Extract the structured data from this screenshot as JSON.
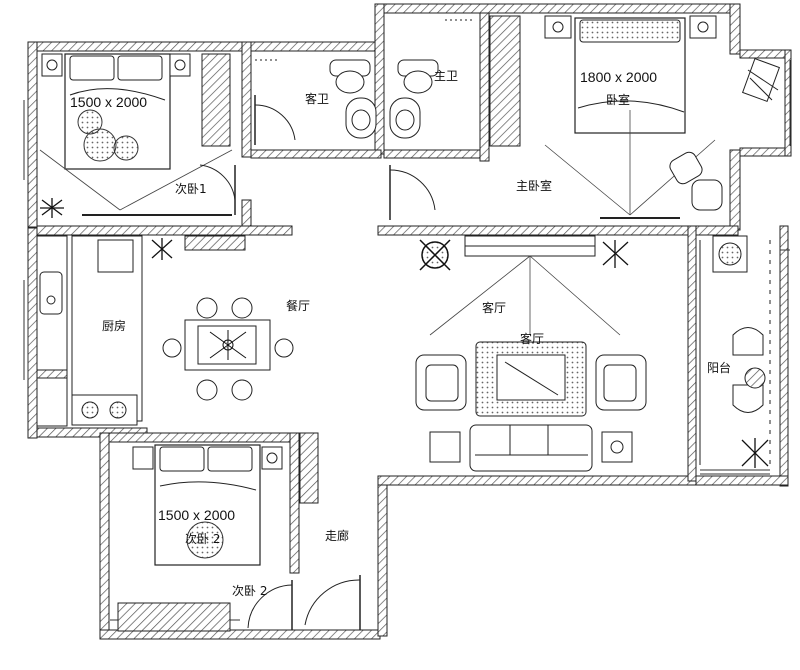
{
  "rooms": {
    "secondary_bedroom_1": "次卧1",
    "guest_bathroom": "客卫",
    "master_bathroom": "主卫",
    "master_bedroom_inner": "卧室",
    "master_bedroom": "主卧室",
    "kitchen": "厨房",
    "dining_room": "餐厅",
    "living_room": "客厅",
    "living_room_rug": "客厅",
    "balcony": "阳台",
    "secondary_bedroom_2_bed": "次卧 2",
    "secondary_bedroom_2": "次卧 2",
    "corridor": "走廊"
  },
  "beds": {
    "bed_1_size": "1500 x 2000",
    "master_bed_size": "1800 x 2000",
    "bed_2_size": "1500 x 2000"
  },
  "colors": {
    "ink": "#1a1a1a",
    "hatch": "#555555",
    "paper": "#ffffff"
  }
}
